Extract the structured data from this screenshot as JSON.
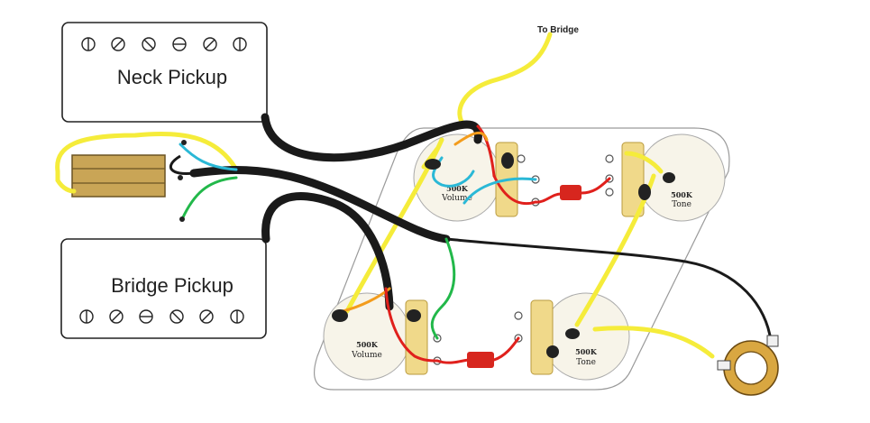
{
  "neck_pickup": {
    "label": "Neck Pickup"
  },
  "bridge_pickup": {
    "label": "Bridge Pickup"
  },
  "bridge_wire": {
    "label": "To Bridge"
  },
  "neck_volume": {
    "value": "500K",
    "name": "Volume"
  },
  "neck_tone": {
    "value": "500K",
    "name": "Tone"
  },
  "bridge_volume": {
    "value": "500K",
    "name": "Volume"
  },
  "bridge_tone": {
    "value": "500K",
    "name": "Tone"
  },
  "colors": {
    "yellow_wire": "#f5ec3a",
    "black_cable": "#1a1a1a",
    "red_wire": "#e0201c",
    "cyan_wire": "#2ab8d6",
    "green_wire": "#22b84a",
    "orange_wire": "#f39c1c",
    "capacitor": "#d7261e",
    "toggle_switch": "#c9a556",
    "pot_body": "#f7f4e9",
    "lug": "#f0d98a"
  }
}
